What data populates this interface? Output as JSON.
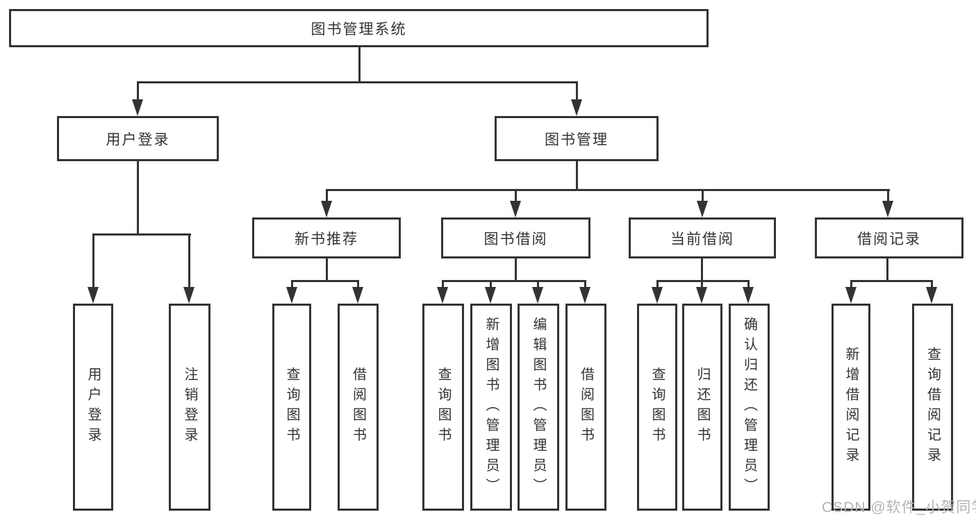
{
  "diagram_title": "图书管理系统",
  "nodes": {
    "root": "图书管理系统",
    "user_login": "用户登录",
    "book_mgmt": "图书管理",
    "new_book_rec": "新书推荐",
    "book_borrow": "图书借阅",
    "current_borrow": "当前借阅",
    "borrow_records": "借阅记录",
    "login": "用户登录",
    "logout": "注销登录",
    "rec_query": "查询图书",
    "rec_borrow": "借阅图书",
    "bb_query": "查询图书",
    "bb_add": "新增图书（管理员）",
    "bb_edit": "编辑图书（管理员）",
    "bb_borrow": "借阅图书",
    "cur_query": "查询图书",
    "cur_return": "归还图书",
    "cur_confirm": "确认归还（管理员）",
    "br_add_record": "新增借阅记录",
    "br_query_record": "查询借阅记录"
  },
  "hierarchy": {
    "图书管理系统": [
      "用户登录",
      "图书管理"
    ],
    "用户登录": [
      "用户登录",
      "注销登录"
    ],
    "图书管理": [
      "新书推荐",
      "图书借阅",
      "当前借阅",
      "借阅记录"
    ],
    "新书推荐": [
      "查询图书",
      "借阅图书"
    ],
    "图书借阅": [
      "查询图书",
      "新增图书（管理员）",
      "编辑图书（管理员）",
      "借阅图书"
    ],
    "当前借阅": [
      "查询图书",
      "归还图书",
      "确认归还（管理员）"
    ],
    "借阅记录": [
      "新增借阅记录",
      "查询借阅记录"
    ]
  },
  "watermark": {
    "text": "CSDN @软件_小贺同学"
  },
  "colors": {
    "line": "#333333",
    "text": "#333333",
    "background": "#ffffff",
    "watermark": "#b4b4b4"
  }
}
